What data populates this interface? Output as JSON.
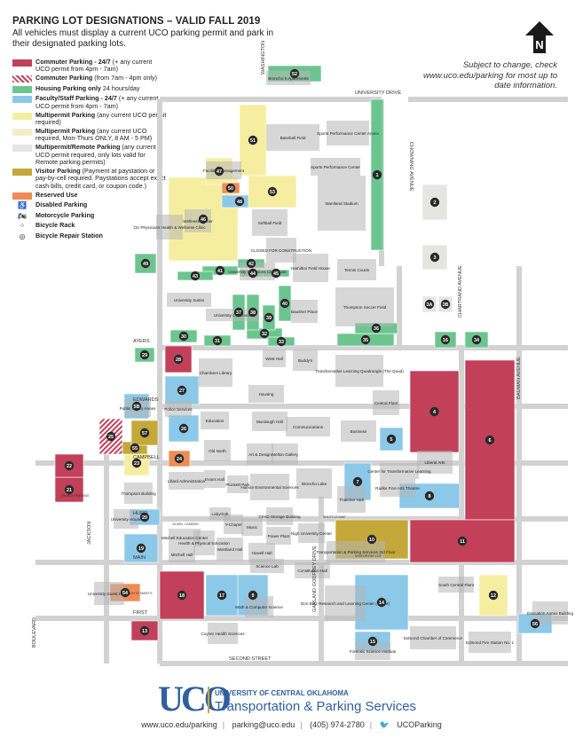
{
  "header": {
    "title": "PARKING LOT DESIGNATIONS – VALID FALL 2019",
    "subtitle": "All vehicles must display a current UCO parking permit and park in their designated parking lots."
  },
  "notice": "Subject to change, check www.uco.edu/parking for most up to date information.",
  "north_label": "N",
  "legend": [
    {
      "color": "#c2405a",
      "pattern": "solid",
      "label": "Commuter Parking - 24/7",
      "desc": " (+ any current UCO permit from 4pm - 7am)"
    },
    {
      "color": "#c2405a",
      "pattern": "hatch",
      "label": "Commuter Parking",
      "desc": " (from 7am - 4pm only)"
    },
    {
      "color": "#6cc58f",
      "pattern": "solid",
      "label": "Housing Parking only",
      "desc": " 24 hours/day"
    },
    {
      "color": "#8cc8e8",
      "pattern": "solid",
      "label": "Faculty/Staff Parking - 24/7",
      "desc": " (+ any current UCO permit from 4pm - 7am)"
    },
    {
      "color": "#f5eea0",
      "pattern": "solid",
      "label": "Multipermit Parking",
      "desc": " (any current UCO permit required)"
    },
    {
      "color": "#f2eec8",
      "pattern": "solid",
      "label": "Multipermit Parking",
      "desc": " (any current UCO required, Mon-Thurs ONLY, 8 AM - 5 PM)"
    },
    {
      "color": "#e6e6e0",
      "pattern": "solid",
      "label": "Multipermit/Remote Parking",
      "desc": " (any current UCO permit required, only lots valid for Remote parking permits)"
    },
    {
      "color": "#c4a83a",
      "pattern": "solid",
      "label": "Visitor Parking",
      "desc": " (Payment at paystation or pay-by-cell required. Paystations accept exact cash bills, credit card, or coupon code.)"
    },
    {
      "color": "#ef8c55",
      "pattern": "solid",
      "label": "Reserved Use",
      "desc": ""
    },
    {
      "color": "",
      "pattern": "icon",
      "icon": "♿",
      "label": "Disabled Parking",
      "desc": ""
    },
    {
      "color": "",
      "pattern": "icon",
      "icon": "🏍",
      "label": "Motorcycle Parking",
      "desc": ""
    },
    {
      "color": "",
      "pattern": "icon",
      "icon": "⁘",
      "label": "Bicycle Rack",
      "desc": ""
    },
    {
      "color": "",
      "pattern": "icon",
      "icon": "◎",
      "label": "Bicycle Repair Station",
      "desc": ""
    }
  ],
  "colors": {
    "commuter": "#c2405a",
    "housing": "#6cc58f",
    "faculty": "#8cc8e8",
    "multipermit": "#f5eea0",
    "remote": "#e6e6e0",
    "visitor": "#c4a83a",
    "reserved": "#ef8c55",
    "building": "#9a9a9a",
    "uco_blue": "#2f5f9e",
    "uco_gold": "#c7a447"
  },
  "lots": [
    {
      "id": "1",
      "kind": "housing"
    },
    {
      "id": "2",
      "kind": "remote"
    },
    {
      "id": "3",
      "kind": "remote"
    },
    {
      "id": "4",
      "kind": "commuter"
    },
    {
      "id": "5",
      "kind": "faculty"
    },
    {
      "id": "6",
      "kind": "commuter"
    },
    {
      "id": "7",
      "kind": "faculty"
    },
    {
      "id": "8",
      "kind": "faculty"
    },
    {
      "id": "9",
      "kind": "faculty"
    },
    {
      "id": "10",
      "kind": "visitor"
    },
    {
      "id": "11",
      "kind": "commuter"
    },
    {
      "id": "12",
      "kind": "multipermit"
    },
    {
      "id": "13",
      "kind": "commuter"
    },
    {
      "id": "14",
      "kind": "faculty"
    },
    {
      "id": "15",
      "kind": "faculty"
    },
    {
      "id": "16",
      "kind": "housing"
    },
    {
      "id": "17",
      "kind": "faculty"
    },
    {
      "id": "18",
      "kind": "commuter"
    },
    {
      "id": "19",
      "kind": "faculty"
    },
    {
      "id": "20",
      "kind": "faculty"
    },
    {
      "id": "21",
      "kind": "commuter"
    },
    {
      "id": "22",
      "kind": "commuter"
    },
    {
      "id": "23",
      "kind": "multipermit"
    },
    {
      "id": "24",
      "kind": "reserved"
    },
    {
      "id": "25",
      "kind": "commuter"
    },
    {
      "id": "26",
      "kind": "faculty"
    },
    {
      "id": "27",
      "kind": "faculty"
    },
    {
      "id": "28",
      "kind": "commuter"
    },
    {
      "id": "29",
      "kind": "housing"
    },
    {
      "id": "30",
      "kind": "housing"
    },
    {
      "id": "31",
      "kind": "housing"
    },
    {
      "id": "32",
      "kind": "housing"
    },
    {
      "id": "33",
      "kind": "housing"
    },
    {
      "id": "34",
      "kind": "housing"
    },
    {
      "id": "35",
      "kind": "housing"
    },
    {
      "id": "36",
      "kind": "housing"
    },
    {
      "id": "37",
      "kind": "housing"
    },
    {
      "id": "38",
      "kind": "housing"
    },
    {
      "id": "39",
      "kind": "housing"
    },
    {
      "id": "40",
      "kind": "housing"
    },
    {
      "id": "41",
      "kind": "housing"
    },
    {
      "id": "42",
      "kind": "housing"
    },
    {
      "id": "43",
      "kind": "housing"
    },
    {
      "id": "44",
      "kind": "housing"
    },
    {
      "id": "45",
      "kind": "housing"
    },
    {
      "id": "46",
      "kind": "multipermit"
    },
    {
      "id": "47",
      "kind": "multipermit"
    },
    {
      "id": "48",
      "kind": "faculty"
    },
    {
      "id": "49",
      "kind": "housing"
    },
    {
      "id": "50",
      "kind": "reserved"
    },
    {
      "id": "51",
      "kind": "multipermit"
    },
    {
      "id": "52",
      "kind": "housing"
    },
    {
      "id": "53",
      "kind": "multipermit"
    },
    {
      "id": "54",
      "kind": "reserved"
    },
    {
      "id": "55",
      "kind": "visitor"
    },
    {
      "id": "56",
      "kind": "faculty"
    },
    {
      "id": "57",
      "kind": "visitor"
    },
    {
      "id": "3A",
      "kind": "remote"
    },
    {
      "id": "3B",
      "kind": "remote"
    },
    {
      "id": "5B",
      "kind": "faculty"
    }
  ],
  "buildings": [
    "Baseball Field",
    "Sports Performance Center Annex",
    "Sports Performance Center",
    "Facilities Management",
    "Wantland Stadium",
    "OU Physicians Health & Wellness Clinic",
    "Wellness Center",
    "Softball Field",
    "CLOSED FOR CONSTRUCTION",
    "University Commons Clubhouse",
    "Hamilton Field House",
    "Tennis Courts",
    "University Suites",
    "Thompson Soccer Field",
    "Bausher Place",
    "University Commons",
    "West Hall",
    "Buddy's",
    "Chambers Library",
    "Transformative Learning Quadrangle (The Quad)",
    "Public Safety Annex",
    "Housing",
    "Central Plant",
    "Police Services",
    "Murdaugh Hall",
    "Education",
    "Communications",
    "Business",
    "Old North",
    "Art & Design",
    "Melton Gallery",
    "Liberal Arts",
    "Center for Transformative Learning",
    "Radke Fine Arts Theatre",
    "Lillard Administration",
    "Evans Hall",
    "Plunkett Park",
    "Human Environmental Sciences",
    "Broncho Lake",
    "Thompson Building",
    "Thatcher Hall",
    "Labyrinth",
    "Y-Chapel",
    "Music",
    "CFAD Storage Building",
    "Power Plant",
    "Nigh University Center",
    "University House",
    "Mitchell Education Center",
    "Mitchell Hall",
    "Health & Physical Education",
    "Wantland Hall",
    "Howell Hall",
    "Transportation & Parking Services 3rd Floor",
    "Science Lab",
    "Constitution Hall",
    "South Central Plant",
    "University Guest House",
    "Don Betz Research and Learning Center (STEM)",
    "Math & Computer Science",
    "Coyner Health Sciences",
    "Forensic Science Institute",
    "Edmond Chamber of Commerce",
    "Edmond Fire Station No. 1",
    "Education Annex Building",
    "Broncho II Apartments"
  ],
  "streets": [
    "UNIVERSITY DRIVE",
    "CHOWNING AVENUE",
    "WASHINGTON",
    "AYERS",
    "EDWARDS",
    "CAMPBELL",
    "HURD",
    "MAIN",
    "FIRST",
    "SECOND STREET",
    "JACKSON",
    "BOULEVARD",
    "GARLAND GODFREY DRIVE",
    "CHARTRAND AVENUE",
    "BAUMAN AVENUE"
  ],
  "small_labels": [
    "VISITOR PAY LOT",
    "15 MIN. LOADING",
    "CHURCH PARKING",
    "CHURCH ST MARY'S",
    "SHUTTLE BIKE"
  ],
  "footer": {
    "logo_letters": "UCO",
    "university": "UNIVERSITY OF CENTRAL OKLAHOMA",
    "department": "Transportation & Parking Services",
    "website": "www.uco.edu/parking",
    "email": "parking@uco.edu",
    "phone": "(405) 974-2780",
    "social": "UCOParking"
  }
}
